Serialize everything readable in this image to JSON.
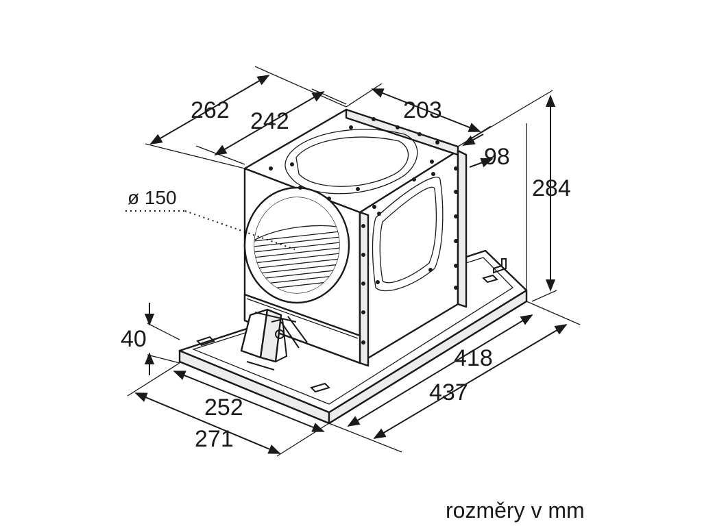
{
  "dimensions": {
    "d262": "262",
    "d242": "242",
    "d203": "203",
    "d98": "98",
    "d284": "284",
    "d150": "ø 150",
    "d40": "40",
    "d418": "418",
    "d437": "437",
    "d252": "252",
    "d271": "271"
  },
  "caption": "rozměry v mm"
}
